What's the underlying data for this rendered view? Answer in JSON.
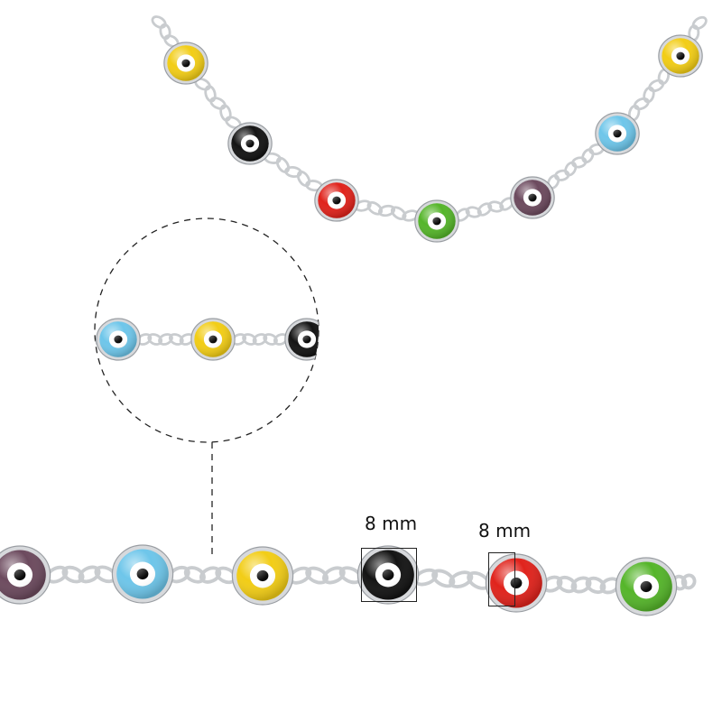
{
  "measurements": [
    {
      "label": "8 mm"
    },
    {
      "label": "8 mm"
    }
  ],
  "beads": {
    "top_chain": [
      "yellow",
      "black",
      "red",
      "green",
      "purple",
      "light-blue",
      "yellow"
    ],
    "zoom_detail": [
      "light-blue",
      "yellow",
      "black"
    ],
    "bottom_chain": [
      "purple",
      "light-blue",
      "yellow",
      "black",
      "red",
      "green"
    ]
  },
  "colors": {
    "yellow": "#f2cd16",
    "black": "#141414",
    "red": "#e0231c",
    "green": "#55b52a",
    "purple": "#6c4a5e",
    "light-blue": "#6ec6ea",
    "silver": "#c9cccf",
    "pupil": "#0a0a0a",
    "white": "#ffffff"
  }
}
